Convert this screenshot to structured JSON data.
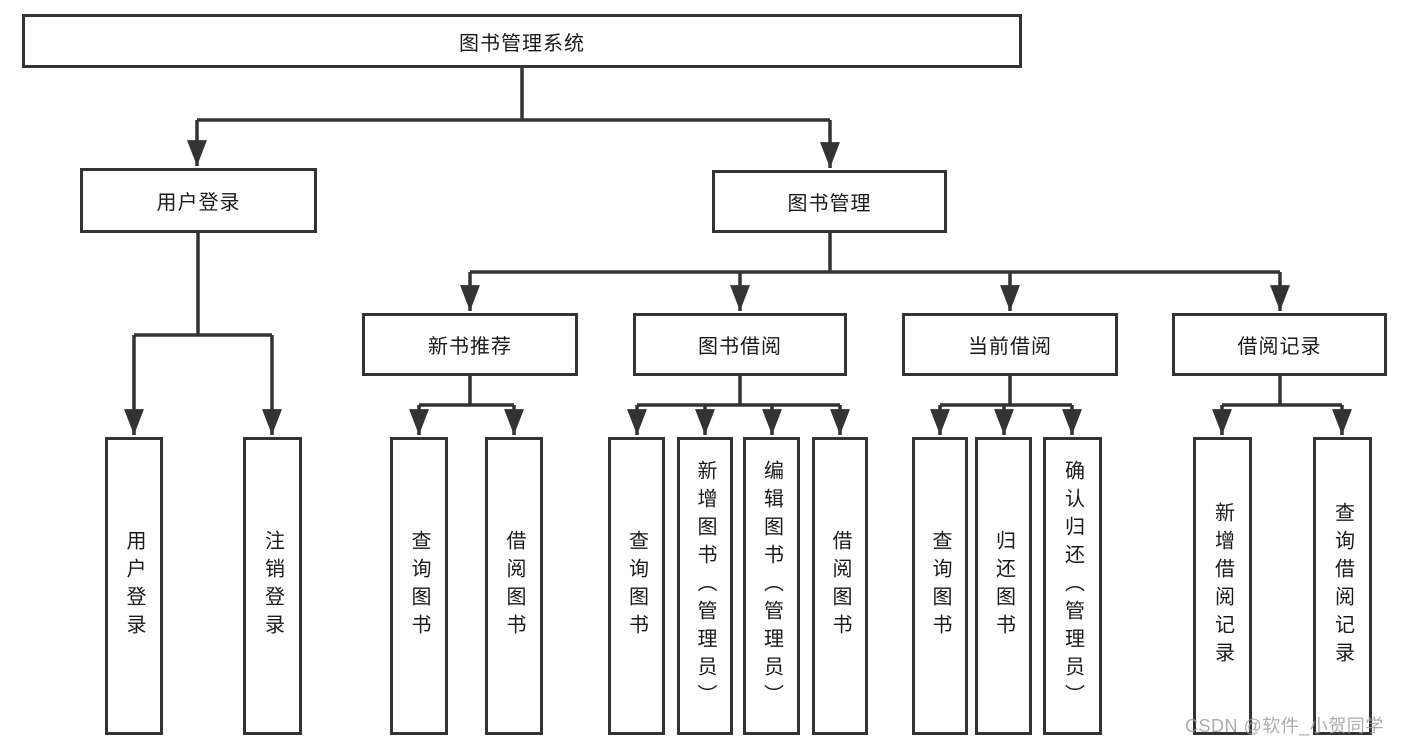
{
  "tree": {
    "root": "图书管理系统",
    "branches": [
      {
        "label": "用户登录",
        "children": [
          "用户登录",
          "注销登录"
        ]
      },
      {
        "label": "图书管理",
        "groups": [
          {
            "label": "新书推荐",
            "children": [
              "查询图书",
              "借阅图书"
            ]
          },
          {
            "label": "图书借阅",
            "children": [
              "查询图书",
              "新增图书（管理员）",
              "编辑图书（管理员）",
              "借阅图书"
            ]
          },
          {
            "label": "当前借阅",
            "children": [
              "查询图书",
              "归还图书",
              "确认归还（管理员）"
            ]
          },
          {
            "label": "借阅记录",
            "children": [
              "新增借阅记录",
              "查询借阅记录"
            ]
          }
        ]
      }
    ]
  },
  "watermark": "CSDN @软件_小贺同学",
  "colors": {
    "line": "#333333",
    "box_fill": "#ffffff",
    "text": "#1a1a1a",
    "watermark": "#9e9e9e",
    "bg": "#ffffff"
  }
}
